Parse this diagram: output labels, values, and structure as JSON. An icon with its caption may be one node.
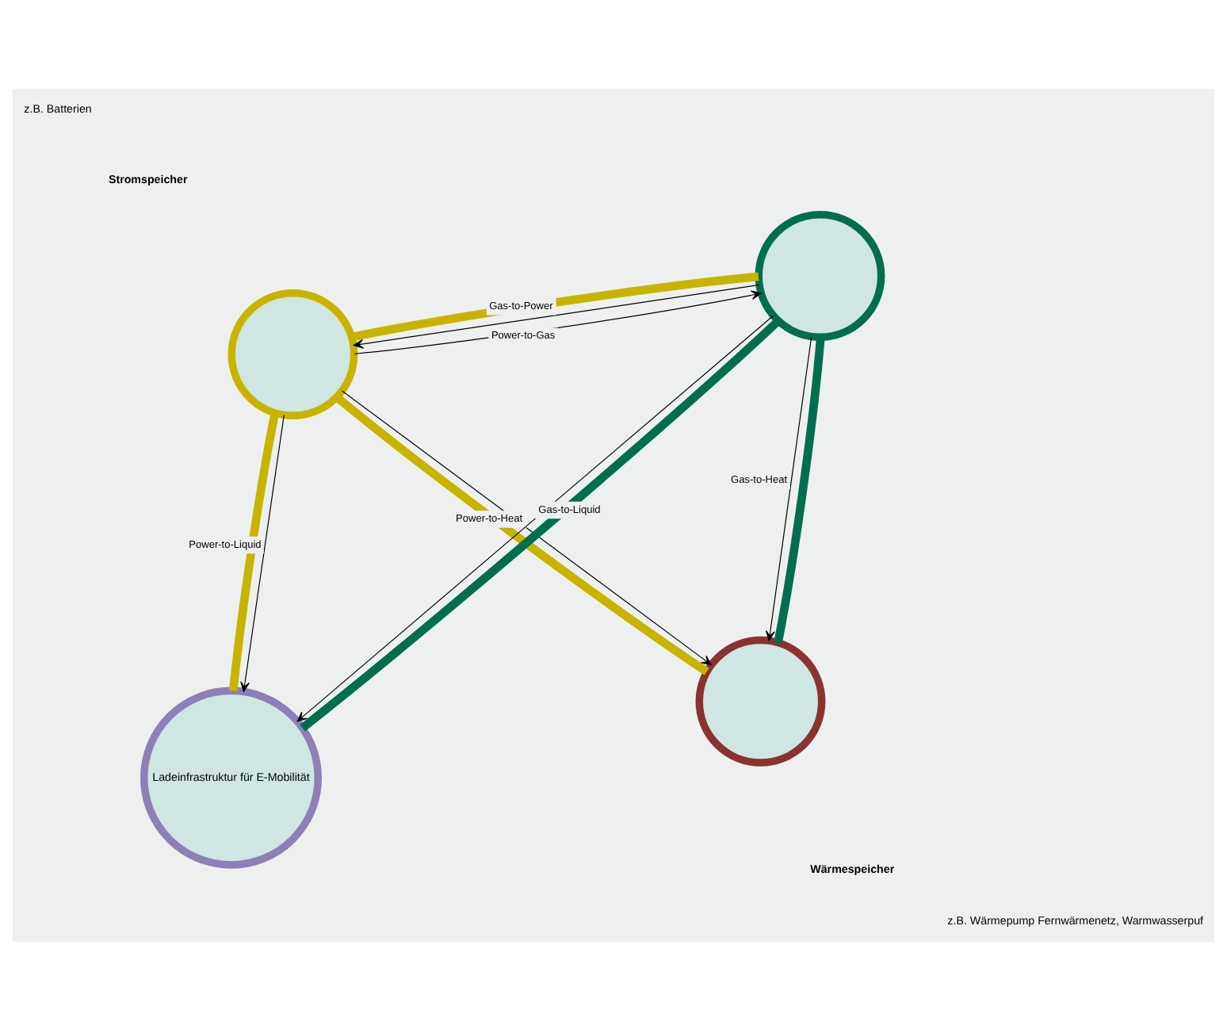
{
  "diagram": {
    "nodes": [
      {
        "text": [],
        "shape": "circle"
      },
      {
        "text": [],
        "shape": "circle"
      },
      {
        "text": [
          "Ladeinfrastruktur für E-Mobilität"
        ]
      },
      {
        "text": [],
        "shape": "circle"
      }
    ],
    "edges": [
      {
        "from": 0,
        "to": 1,
        "arrow": "none",
        "style": "thick",
        "color": "#c8b400"
      },
      {
        "from": 0,
        "to": 3,
        "arrow": "none",
        "style": "thick",
        "color": "#c8b400"
      },
      {
        "from": 0,
        "to": 2,
        "arrow": "none",
        "style": "thick",
        "color": "#c8b400"
      },
      {
        "from": 1,
        "to": 3,
        "arrow": "none",
        "style": "thick",
        "color": "#006e4f"
      },
      {
        "from": 3,
        "to": 2,
        "arrow": "none",
        "style": "thick",
        "color": "#006e4f"
      },
      {
        "from": 0,
        "to": 1,
        "arrow": "to",
        "label": "Power-to-Heat"
      },
      {
        "from": 0,
        "to": 3,
        "arrow": "to",
        "label": "Power-to-Gas"
      },
      {
        "from": 3,
        "to": 0,
        "arrow": "to",
        "label": "Gas-to-Power"
      },
      {
        "from": 0,
        "to": 2,
        "arrow": "to",
        "label": "Power-to-Liquid"
      },
      {
        "from": 3,
        "to": 1,
        "arrow": "to",
        "label": "Gas-to-Heat"
      },
      {
        "from": 3,
        "to": 2,
        "arrow": "to",
        "label": "Gas-to-Liquid"
      }
    ],
    "labels": [
      "Stromspeicher",
      "z.B. Batterien",
      "Wärmespeicher",
      "z.B. Wärmepump Fernwärmenetz, Warmwasserpuf"
    ]
  }
}
